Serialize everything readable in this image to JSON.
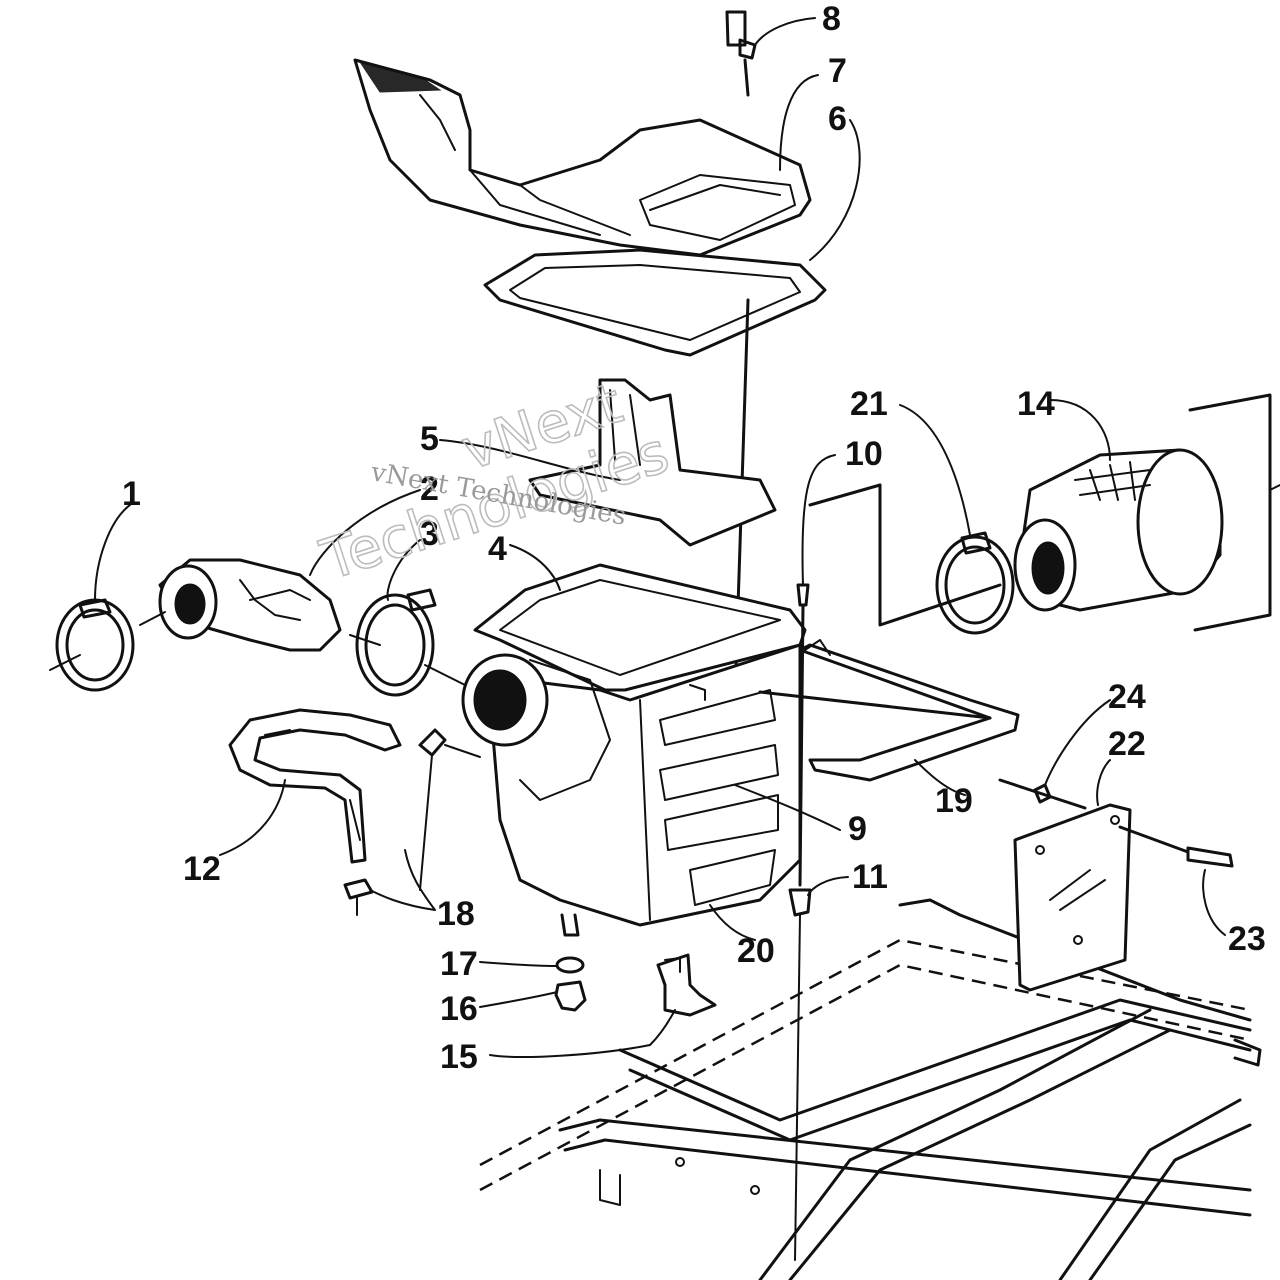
{
  "diagram": {
    "callouts": [
      {
        "id": "1",
        "label": "1"
      },
      {
        "id": "2",
        "label": "2"
      },
      {
        "id": "3",
        "label": "3"
      },
      {
        "id": "4",
        "label": "4"
      },
      {
        "id": "5",
        "label": "5"
      },
      {
        "id": "6",
        "label": "6"
      },
      {
        "id": "7",
        "label": "7"
      },
      {
        "id": "8",
        "label": "8"
      },
      {
        "id": "9",
        "label": "9"
      },
      {
        "id": "10",
        "label": "10"
      },
      {
        "id": "11",
        "label": "11"
      },
      {
        "id": "12",
        "label": "12"
      },
      {
        "id": "14",
        "label": "14"
      },
      {
        "id": "15",
        "label": "15"
      },
      {
        "id": "16",
        "label": "16"
      },
      {
        "id": "17",
        "label": "17"
      },
      {
        "id": "18",
        "label": "18"
      },
      {
        "id": "19",
        "label": "19"
      },
      {
        "id": "20",
        "label": "20"
      },
      {
        "id": "21",
        "label": "21"
      },
      {
        "id": "22",
        "label": "22"
      },
      {
        "id": "23",
        "label": "23"
      },
      {
        "id": "24",
        "label": "24"
      }
    ]
  },
  "watermark": {
    "line1": "vNext",
    "line2": "Technologies",
    "small": "vNext Technologies"
  },
  "colors": {
    "ink": "#111111",
    "paper": "#ffffff",
    "watermark": "#bcbcbc"
  }
}
